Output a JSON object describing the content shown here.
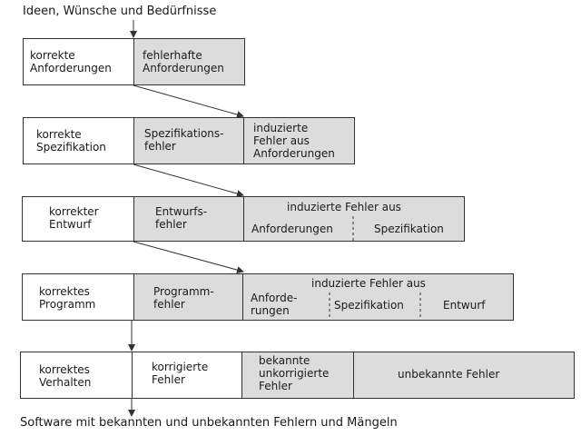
{
  "top": "Ideen, Wünsche und Bedürfnisse",
  "bottom": "Software mit bekannten und unbekannten Fehlern und Mängeln",
  "row1": {
    "correct": "korrekte\nAnforderungen",
    "faulty": "fehlerhafte\nAnforderungen"
  },
  "row2": {
    "correct": "korrekte\nSpezifikation",
    "faulty": "Spezifikations-\nfehler",
    "induced": "induzierte\nFehler aus\nAnforderungen"
  },
  "row3": {
    "correct": "korrekter\nEntwurf",
    "faulty": "Entwurfs-\nfehler",
    "induced_header": "induzierte Fehler aus",
    "induced_a": "Anforderungen",
    "induced_b": "Spezifikation"
  },
  "row4": {
    "correct": "korrektes\nProgramm",
    "faulty": "Programm-\nfehler",
    "induced_header": "induzierte Fehler aus",
    "induced_a": "Anforde-\nrungen",
    "induced_b": "Spezifikation",
    "induced_c": "Entwurf"
  },
  "row5": {
    "correct": "korrektes\nVerhalten",
    "corrected": "korrigierte\nFehler",
    "known": "bekannte\nunkorrigierte\nFehler",
    "unknown": "unbekannte Fehler"
  },
  "colors": {
    "gray": "#dcdcdc",
    "border": "#333333"
  }
}
